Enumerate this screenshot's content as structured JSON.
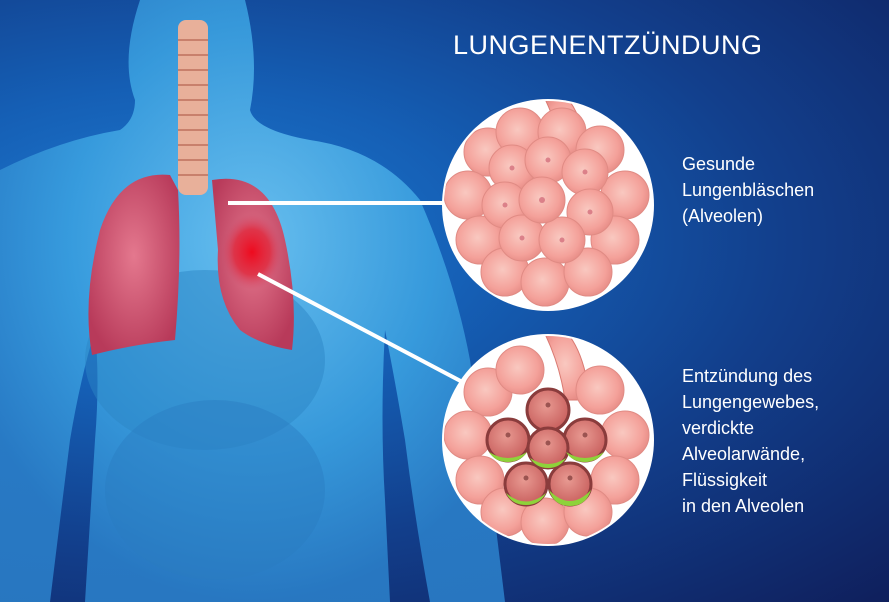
{
  "title": "LUNGENENTZÜNDUNG",
  "labels": {
    "healthy": [
      "Gesunde",
      "Lungenbläschen",
      "(Alveolen)"
    ],
    "inflamed": [
      "Entzündung des",
      "Lungengewebes,",
      "verdickte",
      "Alveolarwände,",
      "Flüssigkeit",
      "in den Alveolen"
    ]
  },
  "colors": {
    "background": "#123f8c",
    "body": "#3aa6e6",
    "lung": "#d04a6a",
    "inflammation": "#e8102a",
    "alveolus": "#f4a8a0",
    "fluid": "#8ed23a"
  }
}
